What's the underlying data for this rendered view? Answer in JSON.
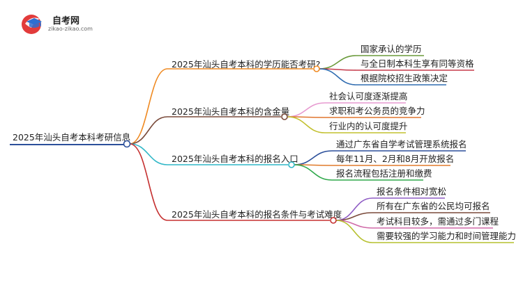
{
  "logo": {
    "name": "自考网",
    "url": "zikao-zikao.com"
  },
  "mindmap": {
    "root": "2025年汕头自考本科考研信息",
    "branches": [
      {
        "label": "2025年汕头自考本科的学历能否考研?",
        "color": "#ef8a22",
        "children": [
          {
            "label": "国家承认的学历",
            "color": "#6a9a3a"
          },
          {
            "label": "与全日制本科生享有同等资格",
            "color": "#c53a4a"
          },
          {
            "label": "根据院校招生政策决定",
            "color": "#2e6bb0"
          }
        ]
      },
      {
        "label": "2025年汕头自考本科的含金量",
        "color": "#7a4a3a",
        "children": [
          {
            "label": "社会认可度逐渐提高",
            "color": "#e79ad0"
          },
          {
            "label": "求职和考公务员的竞争力",
            "color": "#e0752e"
          },
          {
            "label": "行业内的认可度提升",
            "color": "#c2c02e"
          }
        ]
      },
      {
        "label": "2025年汕头自考本科的报名入口",
        "color": "#2fb7c7",
        "children": [
          {
            "label": "通过广东省自学考试管理系统报名",
            "color": "#2b4f9a"
          },
          {
            "label": "每年11月、2月和8月开放报名",
            "color": "#e07a2a"
          },
          {
            "label": "报名流程包括注册和缴费",
            "color": "#2ea84a"
          }
        ]
      },
      {
        "label": "2025年汕头自考本科的报名条件与考试难度",
        "color": "#c53030",
        "children": [
          {
            "label": "报名条件相对宽松",
            "color": "#8e5bc4"
          },
          {
            "label": "所有在广东省的公民均可报名",
            "color": "#7a4a3a"
          },
          {
            "label": "考试科目较多，需通过多门课程",
            "color": "#d06aa8"
          },
          {
            "label": "需要较强的学习能力和时间管理能力",
            "color": "#b6c02e"
          }
        ]
      }
    ]
  }
}
